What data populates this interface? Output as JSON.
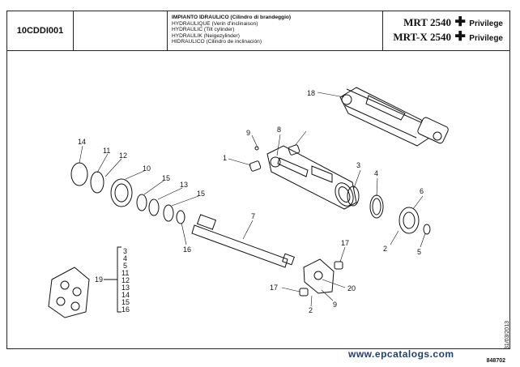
{
  "header": {
    "code": "10CDDI001",
    "desc_lines": [
      "IMPIANTO IDRAULICO (Cilindro di brandeggio)",
      "HYDRAULIQUE (Verin d'inclinaison)",
      "HYDRAULIC (Tilt cylinder)",
      "HYDRAULIK (Neigezylinder)",
      "HIDRAULICO (Cilindro de inclinación)"
    ],
    "model_1": "MRT 2540",
    "model_2": "MRT-X 2540",
    "model_suffix": "Privilege"
  },
  "callouts": [
    "18",
    "9",
    "8",
    "1",
    "3",
    "4",
    "6",
    "2",
    "5",
    "14",
    "11",
    "12",
    "10",
    "15",
    "13",
    "15",
    "16",
    "7",
    "17",
    "20",
    "17",
    "2",
    "9",
    "19"
  ],
  "kit_list": [
    "3",
    "4",
    "5",
    "11",
    "12",
    "13",
    "14",
    "15",
    "16"
  ],
  "kit_callout": "19",
  "footer": {
    "ref_code": "31/03/2013",
    "page_number": "848702",
    "watermark": "www.epcatalogs.com"
  }
}
